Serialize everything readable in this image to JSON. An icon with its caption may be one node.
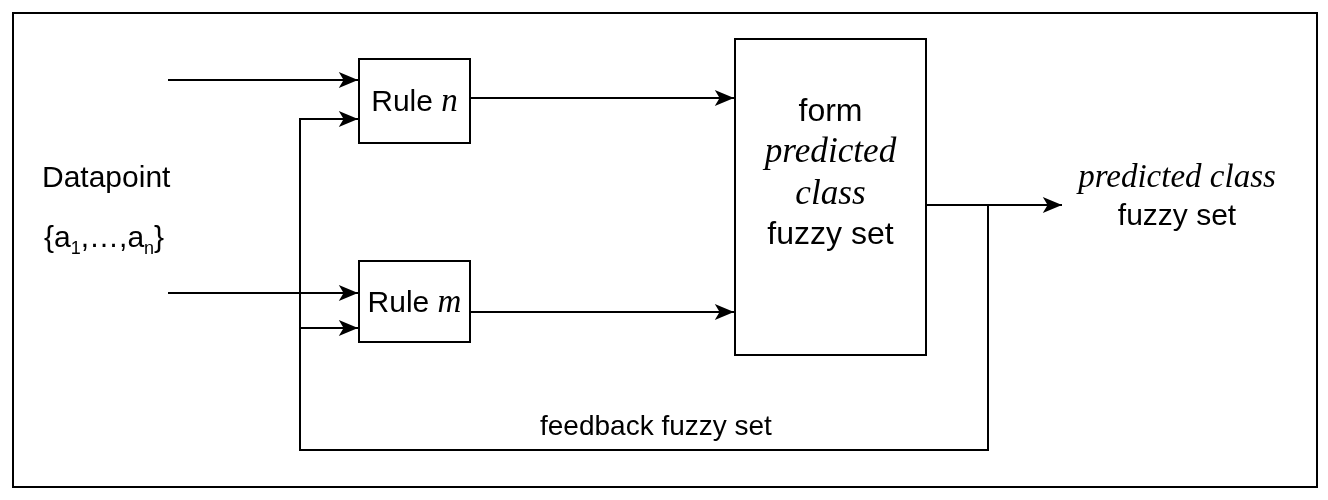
{
  "diagram": {
    "nodes": [
      {
        "text": [
          "Rule *n*"
        ]
      },
      {
        "text": [
          "Rule *m*"
        ]
      },
      {
        "text": [
          "form *predicted class* fuzzy set"
        ]
      },
      {
        "text": [
          "*predicted class* fuzzy set"
        ]
      }
    ],
    "edges": [
      {
        "from": null,
        "to": 0,
        "arrow": "to"
      },
      {
        "from": null,
        "to": 1,
        "arrow": "to"
      },
      {
        "from": 0,
        "to": 2,
        "arrow": "to"
      },
      {
        "from": 1,
        "to": 2,
        "arrow": "to"
      },
      {
        "from": 2,
        "to": 3,
        "arrow": "to"
      },
      {
        "from": 2,
        "to": 0,
        "arrow": "to",
        "label": "feedback fuzzy set"
      },
      {
        "from": 2,
        "to": 1,
        "arrow": "to"
      }
    ],
    "labels": [
      "Datapoint",
      "{a$_{1}$,…,a$_{n}$}"
    ]
  }
}
